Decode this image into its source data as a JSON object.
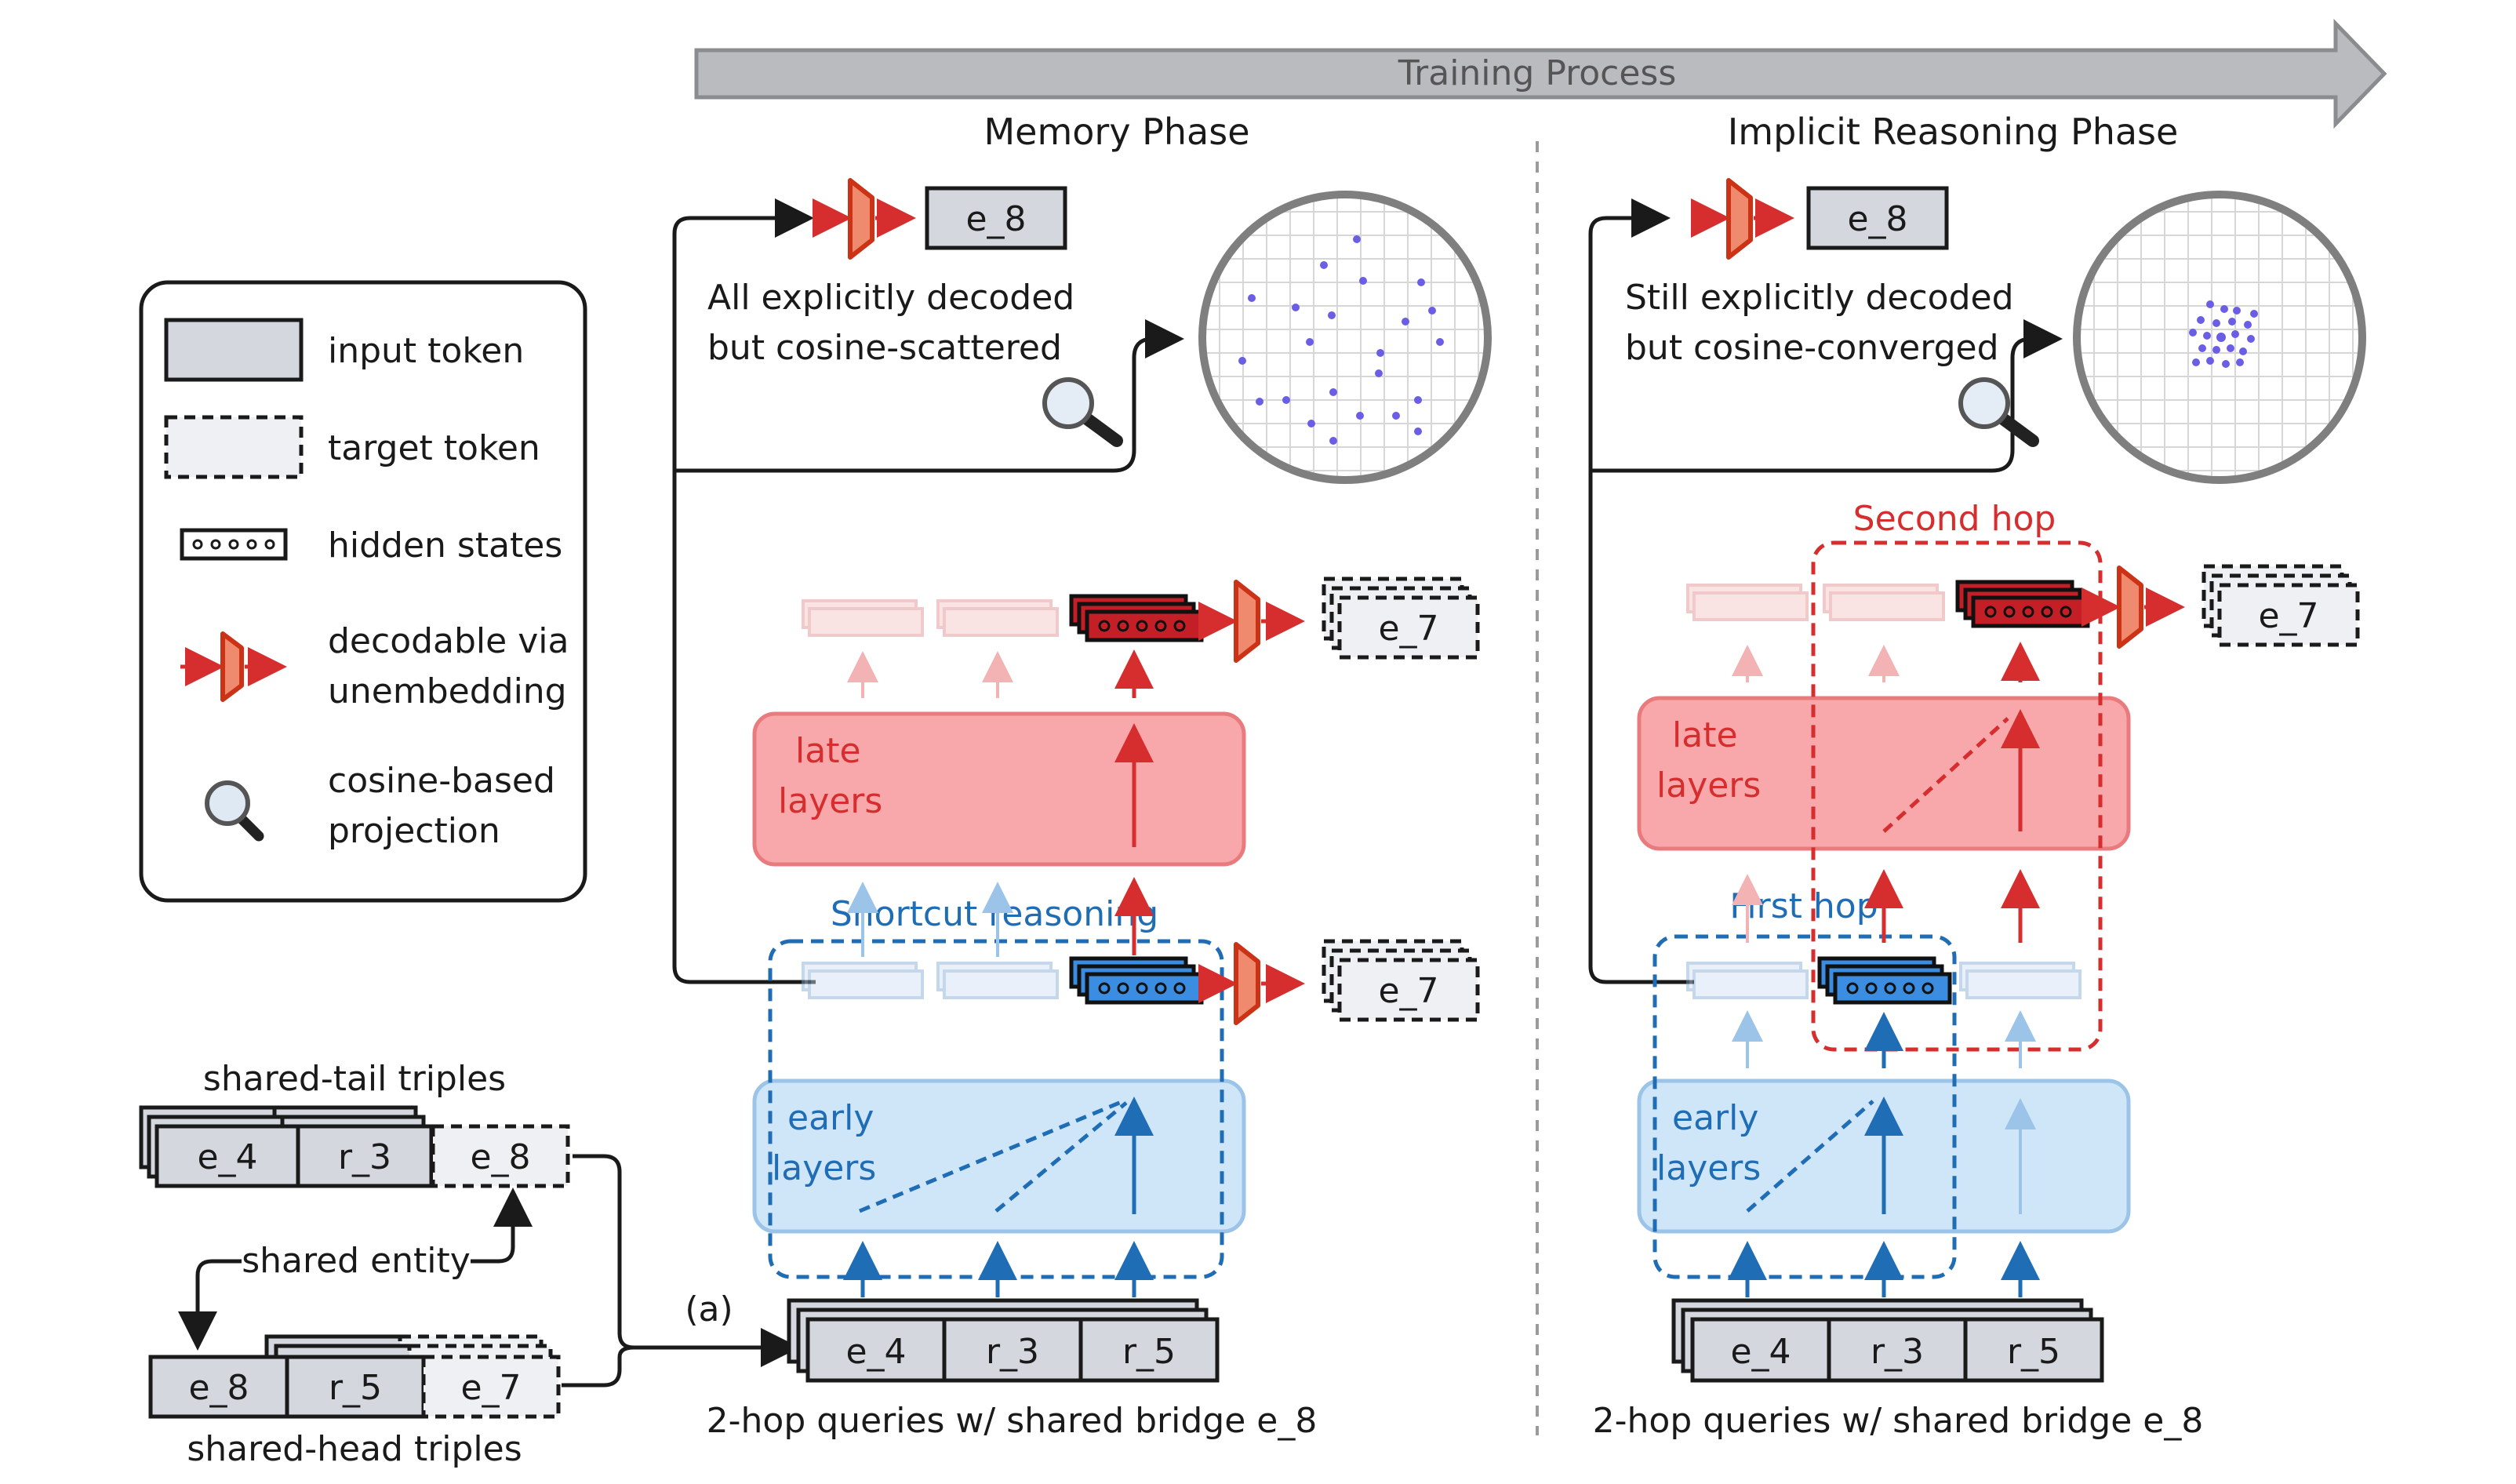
{
  "training": {
    "label": "Training Process"
  },
  "memory": {
    "title": "Memory Phase",
    "decoded_token": "e_8",
    "desc_line1": "All explicitly decoded",
    "desc_line2": "but cosine-scattered",
    "late_label_1": "late",
    "late_label_2": "layers",
    "early_label_1": "early",
    "early_label_2": "layers",
    "shortcut_label": "Shortcut reasoning",
    "target_late": "e_7",
    "target_early": "e_7",
    "query_tokens": [
      "e_4",
      "r_3",
      "r_5"
    ],
    "query_caption": "2-hop queries w/ shared bridge e_8"
  },
  "implicit": {
    "title": "Implicit Reasoning Phase",
    "decoded_token": "e_8",
    "desc_line1": "Still explicitly decoded",
    "desc_line2": "but cosine-converged",
    "late_label_1": "late",
    "late_label_2": "layers",
    "early_label_1": "early",
    "early_label_2": "layers",
    "first_hop_label": "First hop",
    "second_hop_label": "Second hop",
    "target_late": "e_7",
    "query_tokens": [
      "e_4",
      "r_3",
      "r_5"
    ],
    "query_caption": "2-hop queries w/ shared bridge e_8"
  },
  "legend": {
    "items": [
      {
        "label": "input token",
        "icon": "input-token-box"
      },
      {
        "label": "target token",
        "icon": "target-token-dashed-box"
      },
      {
        "label": "hidden states",
        "icon": "hidden-states-dots"
      },
      {
        "label_1": "decodable via",
        "label_2": "unembedding",
        "icon": "unembedding-decoder"
      },
      {
        "label_1": "cosine-based",
        "label_2": "projection",
        "icon": "magnifier-icon"
      }
    ]
  },
  "triples": {
    "shared_tail_title": "shared-tail triples",
    "shared_tail_tokens": [
      "e_4",
      "r_3",
      "e_8"
    ],
    "shared_head_title": "shared-head triples",
    "shared_head_tokens": [
      "e_8",
      "r_5",
      "e_7"
    ],
    "shared_entity_label": "shared entity",
    "arrow_label": "(a)"
  },
  "colors": {
    "input_fill": "#d4d7de",
    "target_fill": "#eef0f3",
    "late_fill": "#f8a8aa",
    "late_stroke": "#e97a7d",
    "early_fill": "#cfe5f8",
    "early_stroke": "#9cc4e8",
    "blue": "#1f6db5",
    "red": "#d62e2e",
    "hidden_red": "#c41f26",
    "hidden_blue": "#3a8de0",
    "arrow_gray": "#b8babe",
    "scatter_dot": "#6a5ee6"
  }
}
